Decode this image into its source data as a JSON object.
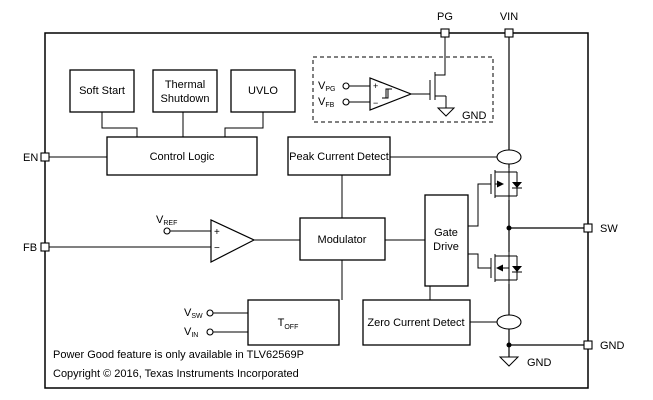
{
  "pins": {
    "pg": "PG",
    "vin": "VIN",
    "en": "EN",
    "fb": "FB",
    "sw": "SW",
    "gnd": "GND"
  },
  "blocks": {
    "soft_start": "Soft Start",
    "thermal_line1": "Thermal",
    "thermal_line2": "Shutdown",
    "uvlo": "UVLO",
    "control_logic": "Control Logic",
    "peak_current_detect": "Peak Current Detect",
    "modulator": "Modulator",
    "gate_drive_line1": "Gate",
    "gate_drive_line2": "Drive",
    "zero_current_detect": "Zero Current Detect",
    "toff_main": "T",
    "toff_sub": "OFF"
  },
  "signals": {
    "vref_main": "V",
    "vref_sub": "REF",
    "vpg_main": "V",
    "vpg_sub": "PG",
    "vfb_main": "V",
    "vfb_sub": "FB",
    "vsw_main": "V",
    "vsw_sub": "SW",
    "vin_main": "V",
    "vin_sub": "IN",
    "gnd_inner": "GND",
    "gnd_bottom": "GND",
    "plus": "+",
    "minus": "−"
  },
  "notes": {
    "power_good": "Power Good feature is only available in TLV62569P",
    "copyright": "Copyright © 2016, Texas Instruments Incorporated"
  }
}
